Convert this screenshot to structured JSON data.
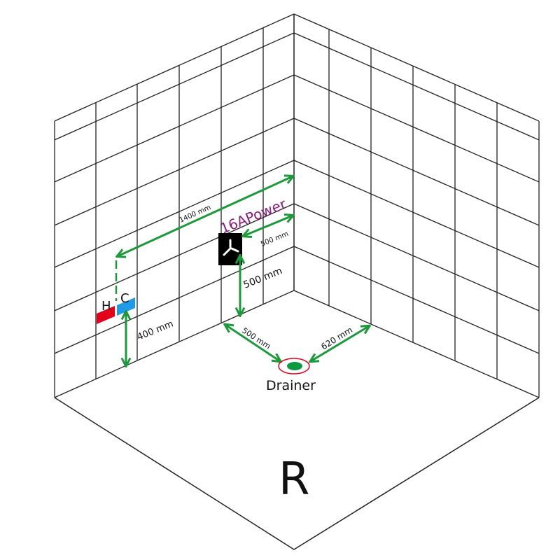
{
  "title": "R",
  "labels": {
    "hot": "H",
    "cold": "C",
    "power": "16APower",
    "drainer": "Drainer"
  },
  "dimensions": {
    "pipe_to_corner": "1400 mm",
    "pipe_height": "400 mm",
    "power_to_corner": "500 mm",
    "power_height": "500 mm",
    "drain_from_left_wall": "500 mm",
    "drain_from_right_wall": "620 mm"
  },
  "colors": {
    "arrow": "#1a9a3a",
    "hot": "#e3001b",
    "cold": "#1f9ae8",
    "power_text": "#8b1a7a",
    "drain": "#0a9a40",
    "drain_ring": "#e3001b"
  }
}
